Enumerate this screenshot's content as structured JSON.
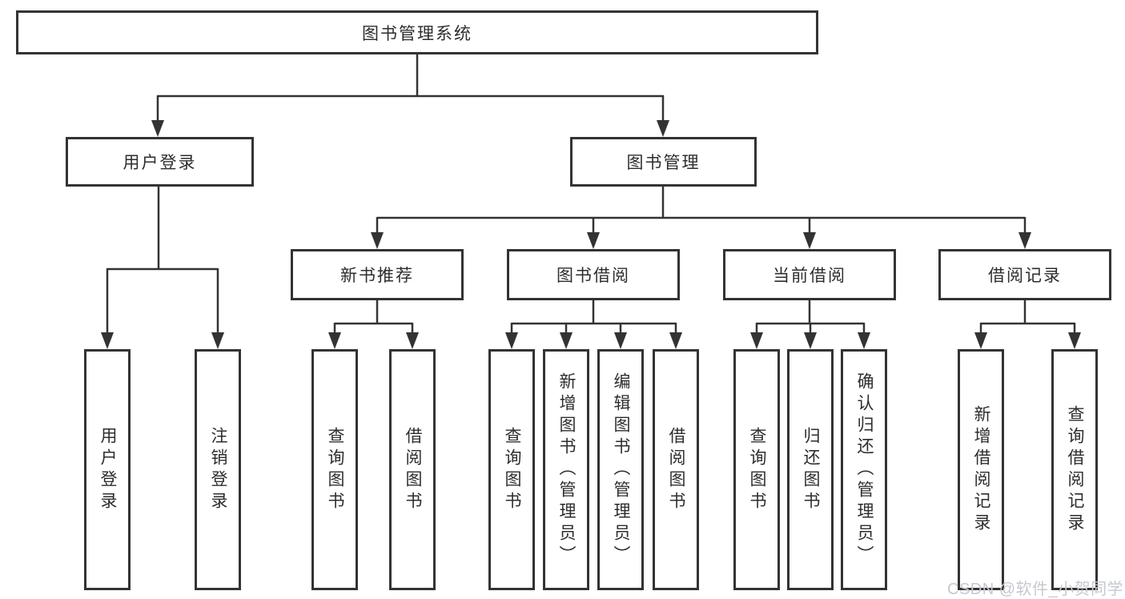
{
  "diagram": {
    "title_node": "图书管理系统",
    "branch_nodes": [
      "用户登录",
      "图书管理"
    ],
    "section_nodes": [
      "新书推荐",
      "图书借阅",
      "当前借阅",
      "借阅记录"
    ],
    "leaf_nodes": [
      "用户登录",
      "注销登录",
      "查询图书",
      "借阅图书",
      "查询图书",
      "新增图书（管理员）",
      "编辑图书（管理员）",
      "借阅图书",
      "查询图书",
      "归还图书",
      "确认归还（管理员）",
      "新增借阅记录",
      "查询借阅记录"
    ],
    "watermark": "CSDN @软件_小贺同学",
    "colors": {
      "line": "#333333",
      "text": "#2d2d2d",
      "watermark": "#c6c9d0",
      "background": "#ffffff"
    }
  }
}
